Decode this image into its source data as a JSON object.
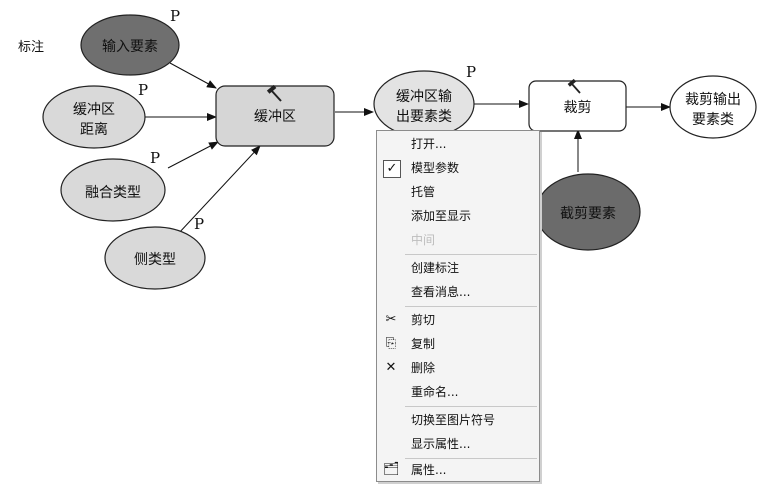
{
  "annotation_label": "标注",
  "nodes": {
    "input_features": "输入要素",
    "buffer_distance_line1": "缓冲区",
    "buffer_distance_line2": "距离",
    "dissolve_type": "融合类型",
    "side_type": "侧类型",
    "buffer_tool": "缓冲区",
    "buffer_output_line1": "缓冲区输",
    "buffer_output_line2": "出要素类",
    "clip_tool": "裁剪",
    "clip_output_line1": "裁剪输出",
    "clip_output_line2": "要素类",
    "clip_features": "截剪要素"
  },
  "parameter_marker": "P",
  "context_menu": {
    "items": [
      {
        "label": "打开...",
        "icon": ""
      },
      {
        "label": "模型参数",
        "icon": "checkmark-icon"
      },
      {
        "label": "托管",
        "icon": ""
      },
      {
        "label": "添加至显示",
        "icon": ""
      },
      {
        "label": "中间",
        "icon": "",
        "disabled": true
      },
      {
        "label": "创建标注",
        "icon": ""
      },
      {
        "label": "查看消息...",
        "icon": ""
      },
      {
        "label": "剪切",
        "icon": "scissors-icon"
      },
      {
        "label": "复制",
        "icon": "copy-icon"
      },
      {
        "label": "删除",
        "icon": "delete-x-icon"
      },
      {
        "label": "重命名...",
        "icon": ""
      },
      {
        "label": "切换至图片符号",
        "icon": ""
      },
      {
        "label": "显示属性...",
        "icon": ""
      },
      {
        "label": "属性...",
        "icon": "properties-icon"
      }
    ]
  },
  "colors": {
    "input_node": "#6f6f6f",
    "param_node": "#d9d9d9",
    "tool_node": "#d6d6d6",
    "output_node": "#e3e3e3",
    "clip_features_node": "#6b6b6b"
  }
}
